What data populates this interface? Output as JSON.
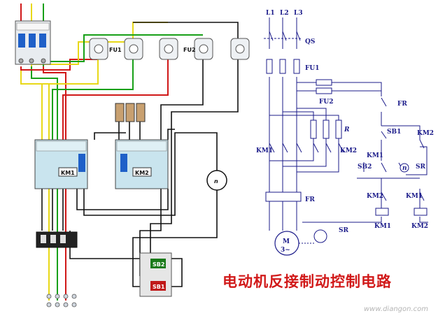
{
  "title": "电动机反接制动控制电路",
  "watermark": "www.diangon.com",
  "wiring": {
    "fuse_1": "FU1",
    "fuse_2": "FU2",
    "contactor_1": "KM1",
    "contactor_2": "KM2",
    "speed_relay": "n",
    "button_top": "SB2",
    "button_bottom": "SB1"
  },
  "schematic": {
    "phase_1": "L1",
    "phase_2": "L2",
    "phase_3": "L3",
    "switch": "QS",
    "fuse_1": "FU1",
    "fuse_2": "FU2",
    "resistor": "R",
    "km1_main": "KM1",
    "km2_main": "KM2",
    "thermal_relay": "FR",
    "motor_symbol": "M",
    "motor_phase": "3~",
    "speed_relay_out": "SR",
    "fr_contact": "FR",
    "sb1": "SB1",
    "km2_aux_top": "KM2",
    "sb2": "SB2",
    "km1_aux": "KM1",
    "sr_contact_symbol": "n",
    "sr_contact": "SR",
    "km2_interlock": "KM2",
    "km1_interlock": "KM1",
    "km1_coil": "KM1",
    "km2_coil": "KM2"
  },
  "colors": {
    "wire_red": "#d01818",
    "wire_green": "#18a018",
    "wire_yellow": "#e8d818",
    "wire_black": "#111111",
    "label_blue": "#1b1b8a",
    "title_red": "#d11919"
  }
}
